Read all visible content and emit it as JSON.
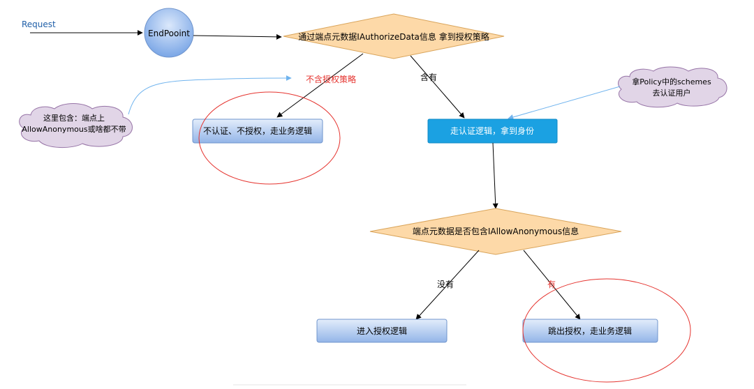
{
  "diagram": {
    "request_label": "Request",
    "endpoint_label": "EndPooint",
    "decision1_label": "通过端点元数据IAuthorizeData信息 拿到授权策略",
    "branch_no_policy_label": "不含授权策略",
    "branch_has_policy_label": "含有",
    "box_no_auth_label": "不认证、不授权，走业务逻辑",
    "box_auth_label": "走认证逻辑，拿到身份",
    "cloud_left_line1": "这里包含：端点上",
    "cloud_left_line2": "AllowAnonymous或啥都不带",
    "cloud_right_line1": "拿Policy中的schemes",
    "cloud_right_line2": "去认证用户",
    "decision2_label": "端点元数据是否包含IAllowAnonymous信息",
    "branch_no_label": "没有",
    "branch_yes_label": "有",
    "box_enter_authz_label": "进入授权逻辑",
    "box_skip_authz_label": "跳出授权，走业务逻辑"
  },
  "colors": {
    "request_text": "#1f5fa8",
    "endpoint_fill_top": "#d9e7fb",
    "endpoint_fill_bottom": "#7aa6e6",
    "diamond_fill": "#fdd9a8",
    "diamond_stroke": "#d9a45a",
    "box_fill_top": "#dde9fa",
    "box_fill_bottom": "#98b9ea",
    "box_stroke": "#6f94cc",
    "box_solid_fill": "#1ba1e2",
    "cloud_fill": "#e1d5e7",
    "cloud_stroke": "#9673a6",
    "highlight_red": "#e5322d",
    "link_blue": "#6fb3ee"
  }
}
